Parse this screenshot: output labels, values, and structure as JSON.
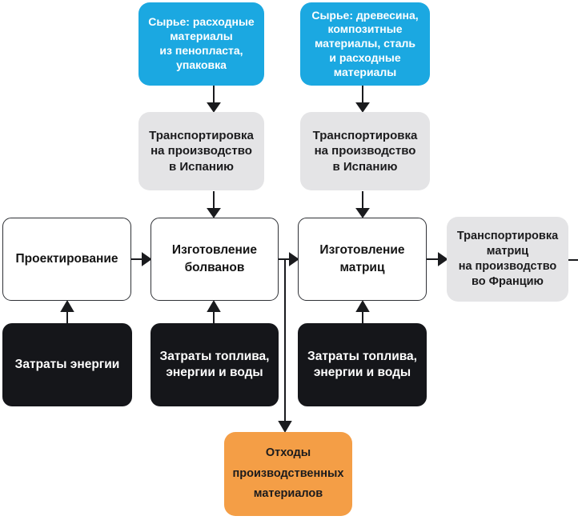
{
  "diagram": {
    "title": "Production process flow diagram (life cycle stages)",
    "language": "ru",
    "colors": {
      "raw_material_blue": "#1BA8E1",
      "transport_grey": "#E4E4E6",
      "process_white": "#FFFFFF",
      "process_border": "#2F3136",
      "input_black": "#15161A",
      "waste_orange": "#F49E46",
      "arrow_line": "#1A1B1E",
      "background": "#FFFFFF"
    },
    "nodes": {
      "raw_materials_foam": {
        "label": "Сырье: расходные\nматериалы\nиз пенопласта,\nупаковка",
        "type": "raw-material"
      },
      "raw_materials_wood": {
        "label": "Сырье: древесина,\nкомпозитные\nматериалы, сталь\nи расходные\nматериалы",
        "type": "raw-material"
      },
      "transport_spain_1": {
        "label": "Транспортировка\nна производство\nв Испанию",
        "type": "transport"
      },
      "transport_spain_2": {
        "label": "Транспортировка\nна производство\nв Испанию",
        "type": "transport"
      },
      "design": {
        "label": "Проектирование",
        "type": "process"
      },
      "plug_production": {
        "label": "Изготовление\nболванов",
        "type": "process"
      },
      "mold_production": {
        "label": "Изготовление\nматриц",
        "type": "process"
      },
      "transport_france": {
        "label": "Транспортировка\nматриц\nна производство\nво Францию",
        "type": "transport"
      },
      "energy_costs": {
        "label": "Затраты энергии",
        "type": "input"
      },
      "fuel_energy_water_1": {
        "label": "Затраты топлива,\nэнергии и воды",
        "type": "input"
      },
      "fuel_energy_water_2": {
        "label": "Затраты топлива,\nэнергии и воды",
        "type": "input"
      },
      "waste": {
        "label": "Отходы\nпроизводственных\nматериалов",
        "type": "waste"
      }
    },
    "edges": [
      {
        "from": "raw_materials_foam",
        "to": "transport_spain_1"
      },
      {
        "from": "raw_materials_wood",
        "to": "transport_spain_2"
      },
      {
        "from": "transport_spain_1",
        "to": "plug_production"
      },
      {
        "from": "transport_spain_2",
        "to": "mold_production"
      },
      {
        "from": "design",
        "to": "plug_production"
      },
      {
        "from": "plug_production",
        "to": "mold_production"
      },
      {
        "from": "plug_production",
        "to": "waste",
        "note": "branch from plug-to-mold connector"
      },
      {
        "from": "mold_production",
        "to": "transport_france"
      },
      {
        "from": "transport_france",
        "to": "offscreen-right"
      },
      {
        "from": "energy_costs",
        "to": "design"
      },
      {
        "from": "fuel_energy_water_1",
        "to": "plug_production"
      },
      {
        "from": "fuel_energy_water_2",
        "to": "mold_production"
      }
    ]
  }
}
